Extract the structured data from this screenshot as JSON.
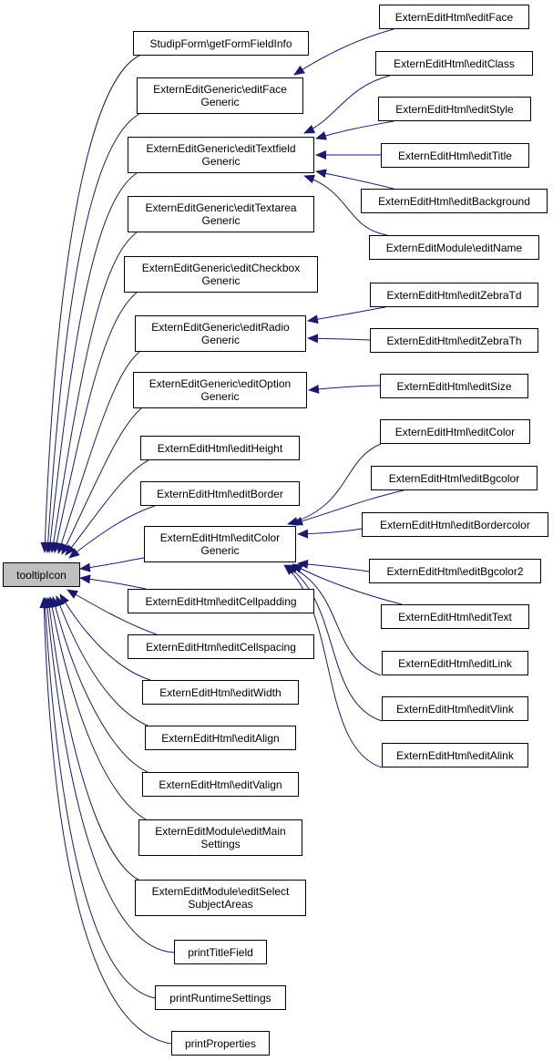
{
  "diagram": {
    "type": "doxygen-caller-graph",
    "edge_color": "#191970",
    "root_fill": "#bfbfbf",
    "root": {
      "id": "tooltipIcon",
      "lines": [
        "tooltipIcon"
      ]
    },
    "nodes": [
      {
        "id": "getFormFieldInfo",
        "lines": [
          "StudipForm\\getFormFieldInfo"
        ]
      },
      {
        "id": "editFaceGeneric",
        "lines": [
          "ExternEditGeneric\\editFace",
          "Generic"
        ]
      },
      {
        "id": "editTextfieldGeneric",
        "lines": [
          "ExternEditGeneric\\editTextfield",
          "Generic"
        ]
      },
      {
        "id": "editTextareaGeneric",
        "lines": [
          "ExternEditGeneric\\editTextarea",
          "Generic"
        ]
      },
      {
        "id": "editCheckboxGeneric",
        "lines": [
          "ExternEditGeneric\\editCheckbox",
          "Generic"
        ]
      },
      {
        "id": "editRadioGeneric",
        "lines": [
          "ExternEditGeneric\\editRadio",
          "Generic"
        ]
      },
      {
        "id": "editOptionGeneric",
        "lines": [
          "ExternEditGeneric\\editOption",
          "Generic"
        ]
      },
      {
        "id": "editHeight",
        "lines": [
          "ExternEditHtml\\editHeight"
        ]
      },
      {
        "id": "editBorder",
        "lines": [
          "ExternEditHtml\\editBorder"
        ]
      },
      {
        "id": "editColorGeneric",
        "lines": [
          "ExternEditHtml\\editColor",
          "Generic"
        ]
      },
      {
        "id": "editCellpadding",
        "lines": [
          "ExternEditHtml\\editCellpadding"
        ]
      },
      {
        "id": "editCellspacing",
        "lines": [
          "ExternEditHtml\\editCellspacing"
        ]
      },
      {
        "id": "editWidth",
        "lines": [
          "ExternEditHtml\\editWidth"
        ]
      },
      {
        "id": "editAlign",
        "lines": [
          "ExternEditHtml\\editAlign"
        ]
      },
      {
        "id": "editValign",
        "lines": [
          "ExternEditHtml\\editValign"
        ]
      },
      {
        "id": "editMainSettings",
        "lines": [
          "ExternEditModule\\editMain",
          "Settings"
        ]
      },
      {
        "id": "editSelectSubjectAreas",
        "lines": [
          "ExternEditModule\\editSelect",
          "SubjectAreas"
        ]
      },
      {
        "id": "printTitleField",
        "lines": [
          "printTitleField"
        ]
      },
      {
        "id": "printRuntimeSettings",
        "lines": [
          "printRuntimeSettings"
        ]
      },
      {
        "id": "printProperties",
        "lines": [
          "printProperties"
        ]
      },
      {
        "id": "editFace",
        "lines": [
          "ExternEditHtml\\editFace"
        ]
      },
      {
        "id": "editClass",
        "lines": [
          "ExternEditHtml\\editClass"
        ]
      },
      {
        "id": "editStyle",
        "lines": [
          "ExternEditHtml\\editStyle"
        ]
      },
      {
        "id": "editTitle",
        "lines": [
          "ExternEditHtml\\editTitle"
        ]
      },
      {
        "id": "editBackground",
        "lines": [
          "ExternEditHtml\\editBackground"
        ]
      },
      {
        "id": "editName",
        "lines": [
          "ExternEditModule\\editName"
        ]
      },
      {
        "id": "editZebraTd",
        "lines": [
          "ExternEditHtml\\editZebraTd"
        ]
      },
      {
        "id": "editZebraTh",
        "lines": [
          "ExternEditHtml\\editZebraTh"
        ]
      },
      {
        "id": "editSize",
        "lines": [
          "ExternEditHtml\\editSize"
        ]
      },
      {
        "id": "editColor",
        "lines": [
          "ExternEditHtml\\editColor"
        ]
      },
      {
        "id": "editBgcolor",
        "lines": [
          "ExternEditHtml\\editBgcolor"
        ]
      },
      {
        "id": "editBordercolor",
        "lines": [
          "ExternEditHtml\\editBordercolor"
        ]
      },
      {
        "id": "editBgcolor2",
        "lines": [
          "ExternEditHtml\\editBgcolor2"
        ]
      },
      {
        "id": "editText",
        "lines": [
          "ExternEditHtml\\editText"
        ]
      },
      {
        "id": "editLink",
        "lines": [
          "ExternEditHtml\\editLink"
        ]
      },
      {
        "id": "editVlink",
        "lines": [
          "ExternEditHtml\\editVlink"
        ]
      },
      {
        "id": "editAlink",
        "lines": [
          "ExternEditHtml\\editAlink"
        ]
      }
    ],
    "edges": [
      {
        "from": "getFormFieldInfo",
        "to": "tooltipIcon"
      },
      {
        "from": "editFaceGeneric",
        "to": "tooltipIcon"
      },
      {
        "from": "editTextfieldGeneric",
        "to": "tooltipIcon"
      },
      {
        "from": "editTextareaGeneric",
        "to": "tooltipIcon"
      },
      {
        "from": "editCheckboxGeneric",
        "to": "tooltipIcon"
      },
      {
        "from": "editRadioGeneric",
        "to": "tooltipIcon"
      },
      {
        "from": "editOptionGeneric",
        "to": "tooltipIcon"
      },
      {
        "from": "editHeight",
        "to": "tooltipIcon"
      },
      {
        "from": "editBorder",
        "to": "tooltipIcon"
      },
      {
        "from": "editColorGeneric",
        "to": "tooltipIcon"
      },
      {
        "from": "editCellpadding",
        "to": "tooltipIcon"
      },
      {
        "from": "editCellspacing",
        "to": "tooltipIcon"
      },
      {
        "from": "editWidth",
        "to": "tooltipIcon"
      },
      {
        "from": "editAlign",
        "to": "tooltipIcon"
      },
      {
        "from": "editValign",
        "to": "tooltipIcon"
      },
      {
        "from": "editMainSettings",
        "to": "tooltipIcon"
      },
      {
        "from": "editSelectSubjectAreas",
        "to": "tooltipIcon"
      },
      {
        "from": "printTitleField",
        "to": "tooltipIcon"
      },
      {
        "from": "printRuntimeSettings",
        "to": "tooltipIcon"
      },
      {
        "from": "printProperties",
        "to": "tooltipIcon"
      },
      {
        "from": "editFace",
        "to": "editFaceGeneric"
      },
      {
        "from": "editClass",
        "to": "editTextfieldGeneric"
      },
      {
        "from": "editStyle",
        "to": "editTextfieldGeneric"
      },
      {
        "from": "editTitle",
        "to": "editTextfieldGeneric"
      },
      {
        "from": "editBackground",
        "to": "editTextfieldGeneric"
      },
      {
        "from": "editName",
        "to": "editTextfieldGeneric"
      },
      {
        "from": "editZebraTd",
        "to": "editRadioGeneric"
      },
      {
        "from": "editZebraTh",
        "to": "editRadioGeneric"
      },
      {
        "from": "editSize",
        "to": "editOptionGeneric"
      },
      {
        "from": "editColor",
        "to": "editColorGeneric"
      },
      {
        "from": "editBgcolor",
        "to": "editColorGeneric"
      },
      {
        "from": "editBordercolor",
        "to": "editColorGeneric"
      },
      {
        "from": "editBgcolor2",
        "to": "editColorGeneric"
      },
      {
        "from": "editText",
        "to": "editColorGeneric"
      },
      {
        "from": "editLink",
        "to": "editColorGeneric"
      },
      {
        "from": "editVlink",
        "to": "editColorGeneric"
      },
      {
        "from": "editAlink",
        "to": "editColorGeneric"
      }
    ]
  }
}
